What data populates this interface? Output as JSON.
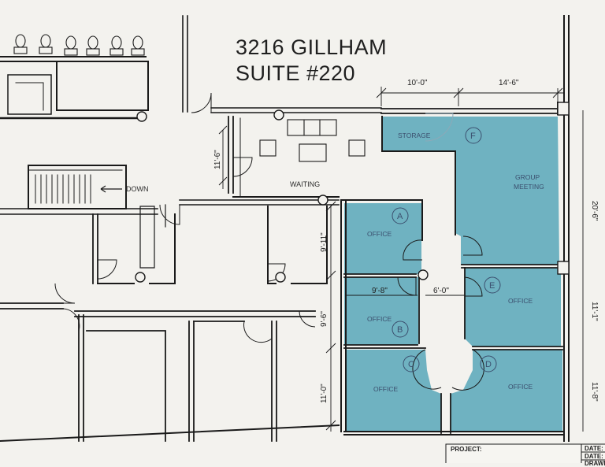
{
  "title": {
    "line1": "3216 GILLHAM",
    "line2": "SUITE #220"
  },
  "dimensions": {
    "top_left": "10'-0\"",
    "top_right": "14'-6\"",
    "waiting_height": "11'-6\"",
    "right_upper": "20'-6\"",
    "left_office_a": "9'-11\"",
    "office_b_width": "9'-8\"",
    "corridor_width": "6'-0\"",
    "left_office_b": "9'-6\"",
    "right_office_e": "11'-1\"",
    "left_office_c": "11'-0\"",
    "right_office_d": "11'-8\""
  },
  "labels": {
    "waiting": "WAITING",
    "down": "DOWN",
    "storage": "STORAGE",
    "group_meeting_1": "GROUP",
    "group_meeting_2": "MEETING",
    "office": "OFFICE"
  },
  "room_tags": {
    "a": "A",
    "b": "B",
    "c": "C",
    "d": "D",
    "e": "E",
    "f": "F"
  },
  "title_block": {
    "project": "PROJECT:",
    "date1": "DATE:",
    "date2": "DATE:",
    "drawn": "DRAWN"
  },
  "colors": {
    "suite_fill": "#6fb2c1",
    "wall": "#1a1a1a",
    "paper": "#f3f2ee"
  }
}
